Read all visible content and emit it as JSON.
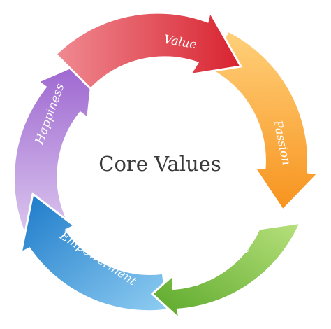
{
  "diagram": {
    "center_title": "Core Values",
    "segments": [
      {
        "id": "value",
        "label": "Value",
        "color_light": "#f08a92",
        "color_dark": "#d8232f"
      },
      {
        "id": "passion",
        "label": "Passion",
        "color_light": "#ffd07a",
        "color_dark": "#f7931e"
      },
      {
        "id": "excellence",
        "label": "Excellence",
        "color_light": "#b7e07c",
        "color_dark": "#5aa829"
      },
      {
        "id": "empowerment",
        "label": "Empowerment",
        "color_light": "#8fcdf2",
        "color_dark": "#1c7ac9"
      },
      {
        "id": "happiness",
        "label": "Happiness",
        "color_light": "#dcc8ef",
        "color_dark": "#9b63cf"
      }
    ]
  }
}
